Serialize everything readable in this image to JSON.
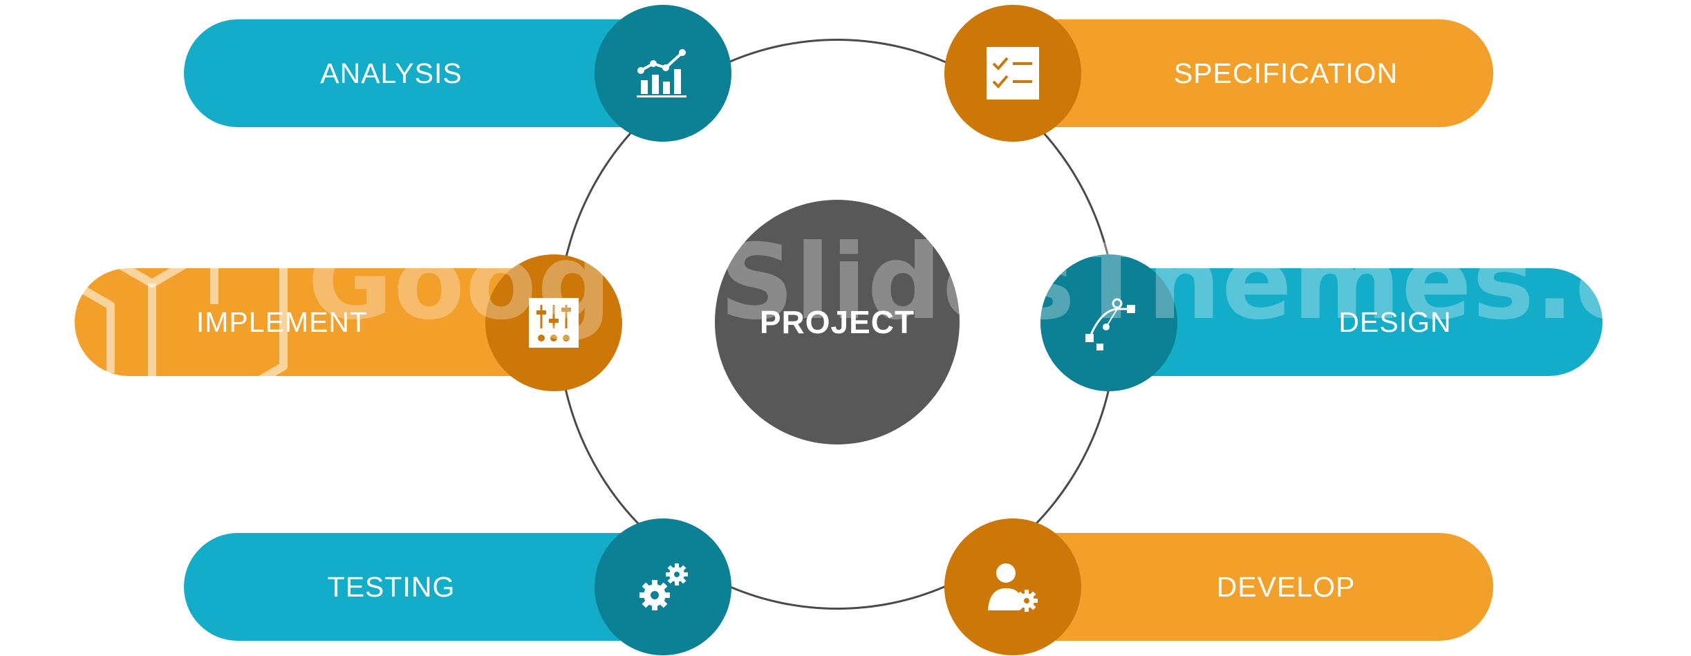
{
  "center": {
    "label": "PROJECT"
  },
  "stages": [
    {
      "id": "analysis",
      "label": "ANALYSIS",
      "icon": "bar-chart-icon",
      "color": "teal"
    },
    {
      "id": "specification",
      "label": "SPECIFICATION",
      "icon": "checklist-icon",
      "color": "orange"
    },
    {
      "id": "implement",
      "label": "IMPLEMENT",
      "icon": "sliders-icon",
      "color": "orange"
    },
    {
      "id": "design",
      "label": "DESIGN",
      "icon": "vector-pen-icon",
      "color": "teal"
    },
    {
      "id": "testing",
      "label": "TESTING",
      "icon": "gears-icon",
      "color": "teal"
    },
    {
      "id": "develop",
      "label": "DEVELOP",
      "icon": "user-gear-icon",
      "color": "orange"
    }
  ],
  "watermark": {
    "text": "GoogleSlidesThemes.com"
  },
  "colors": {
    "teal": "#13adc9",
    "teal_dark": "#0c8094",
    "orange": "#f3a02b",
    "orange_dark": "#cc7708",
    "center": "#585858",
    "ring": "#4a4a4a"
  }
}
